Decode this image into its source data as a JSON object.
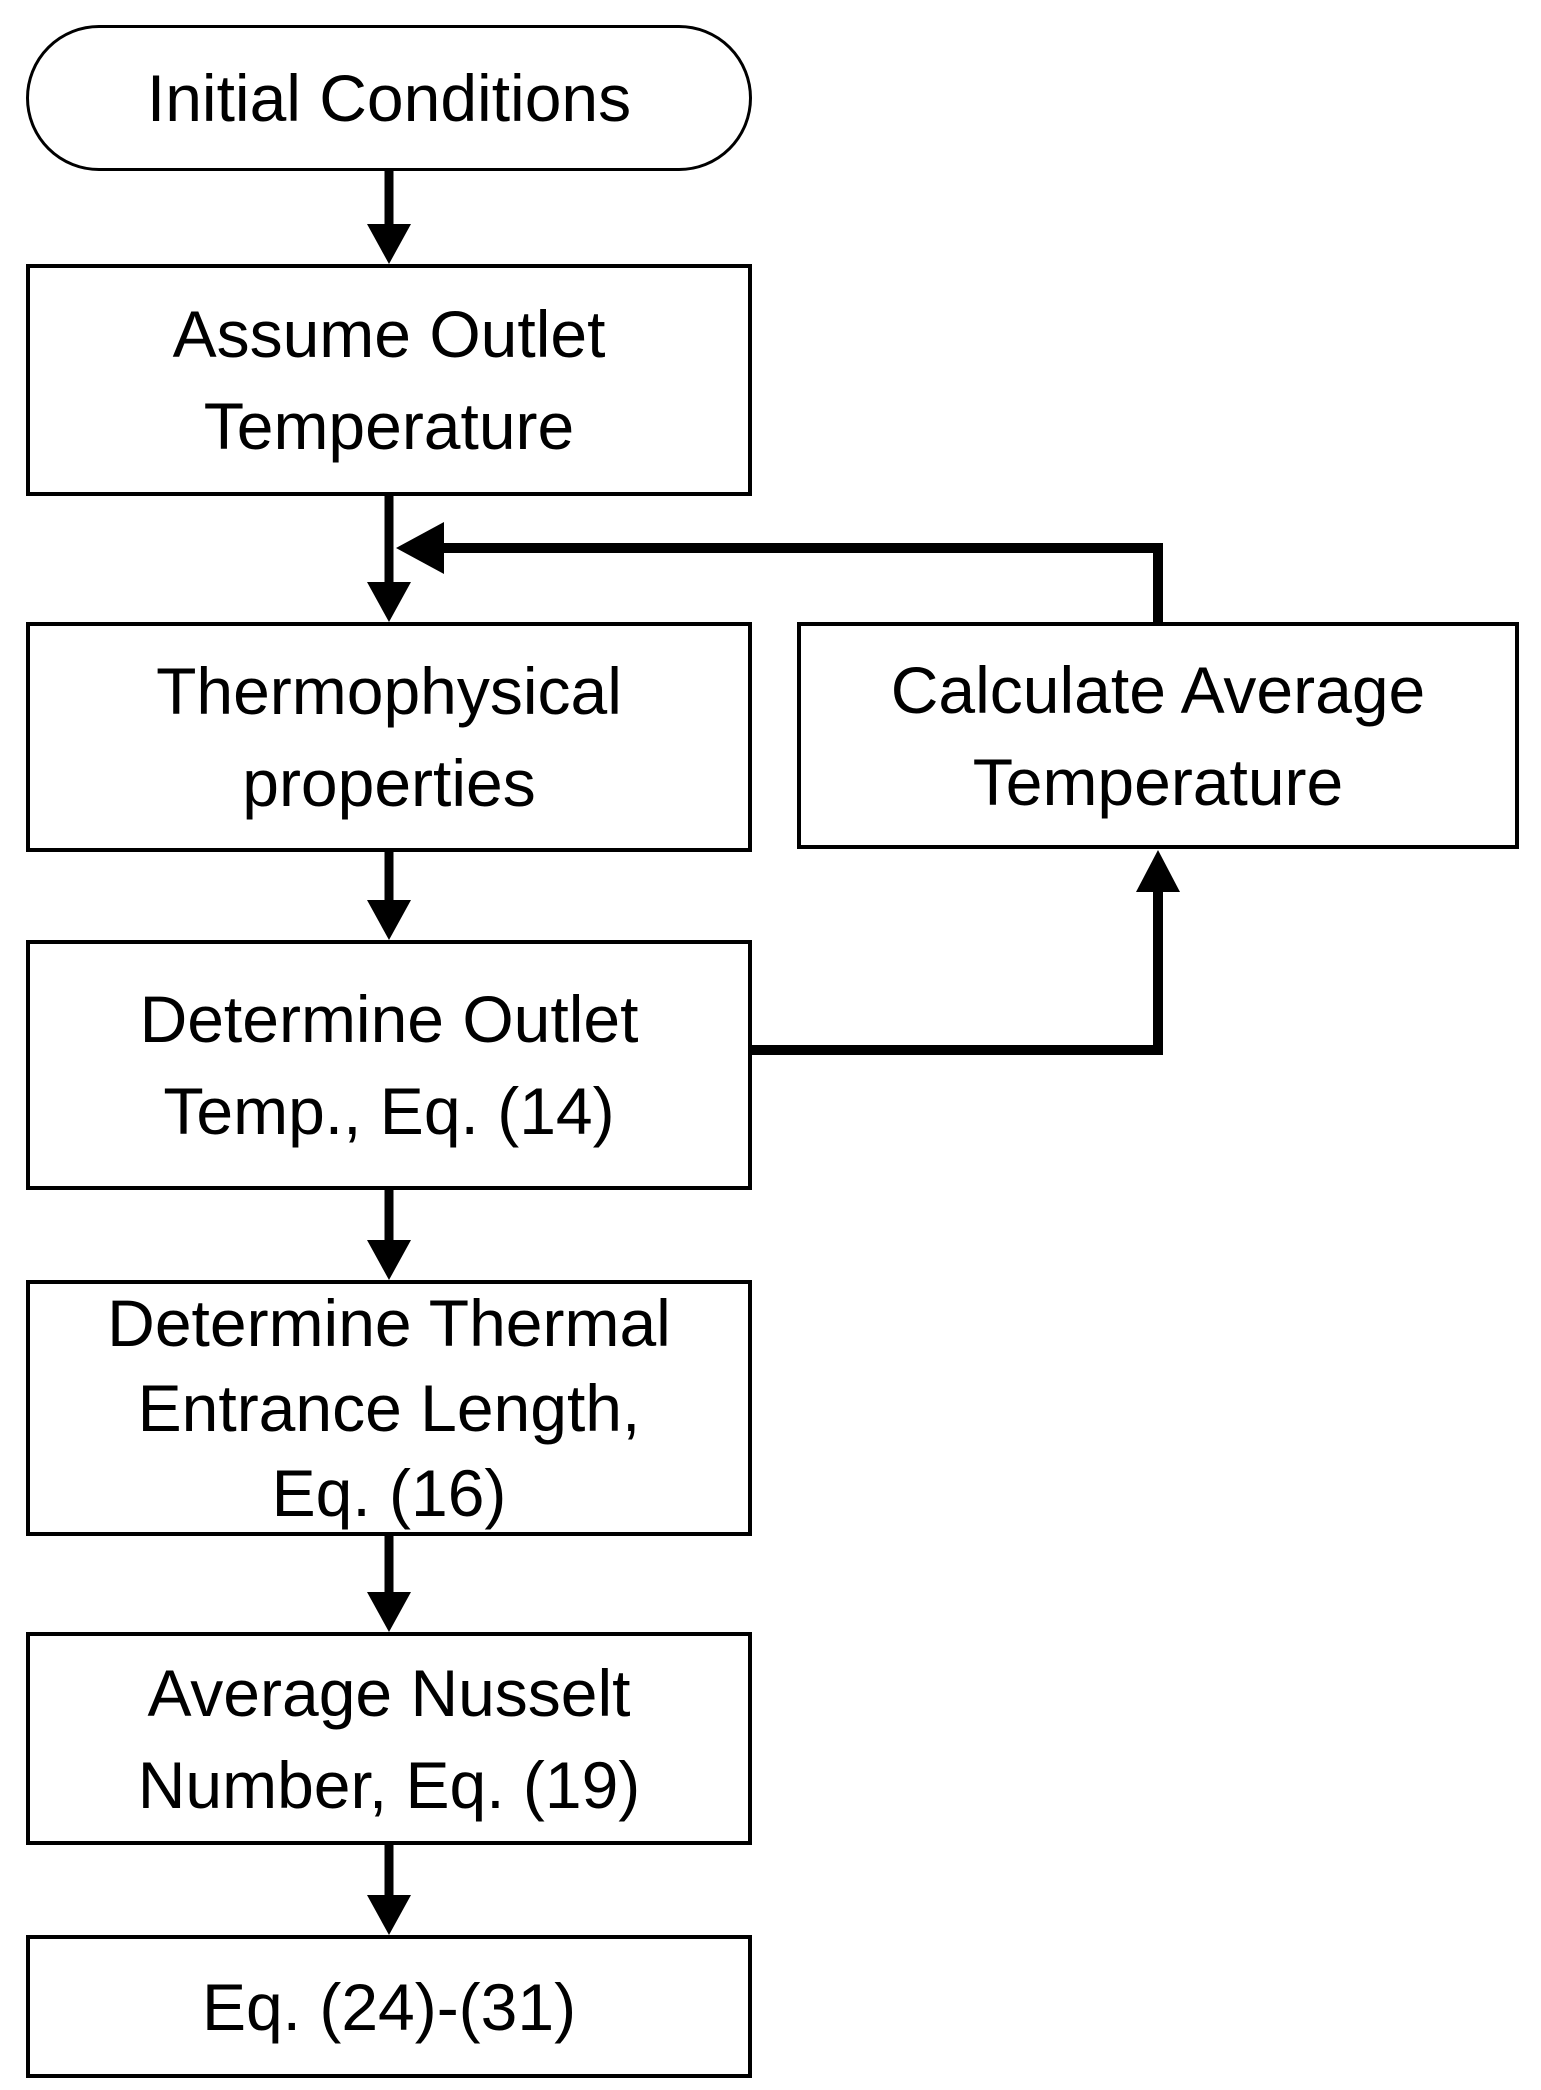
{
  "diagram": {
    "type": "flowchart",
    "colors": {
      "stroke": "#000000",
      "text": "#000000",
      "background": "#ffffff"
    },
    "nodes": {
      "initial_conditions": {
        "shape": "stadium",
        "lines": [
          "Initial Conditions"
        ]
      },
      "assume_outlet": {
        "shape": "rect",
        "lines": [
          "Assume Outlet",
          "Temperature"
        ]
      },
      "thermophysical": {
        "shape": "rect",
        "lines": [
          "Thermophysical",
          "properties"
        ]
      },
      "calculate_average": {
        "shape": "rect",
        "lines": [
          "Calculate Average",
          "Temperature"
        ]
      },
      "determine_outlet": {
        "shape": "rect",
        "lines": [
          "Determine Outlet",
          "Temp., Eq. (14)"
        ]
      },
      "determine_thermal": {
        "shape": "rect",
        "lines": [
          "Determine Thermal",
          "Entrance Length,",
          "Eq. (16)"
        ]
      },
      "average_nusselt": {
        "shape": "rect",
        "lines": [
          "Average Nusselt",
          "Number, Eq. (19)"
        ]
      },
      "equations": {
        "shape": "rect",
        "lines": [
          "Eq. (24)-(31)"
        ]
      }
    },
    "edges": [
      {
        "from": "initial_conditions",
        "to": "assume_outlet",
        "style": "arrow"
      },
      {
        "from": "assume_outlet",
        "to": "thermophysical",
        "style": "arrow"
      },
      {
        "from": "thermophysical",
        "to": "determine_outlet",
        "style": "arrow"
      },
      {
        "from": "determine_outlet",
        "to": "determine_thermal",
        "style": "arrow"
      },
      {
        "from": "determine_thermal",
        "to": "average_nusselt",
        "style": "arrow"
      },
      {
        "from": "average_nusselt",
        "to": "equations",
        "style": "arrow"
      },
      {
        "from": "determine_outlet",
        "to": "calculate_average",
        "style": "thick-elbow-arrow"
      },
      {
        "from": "calculate_average",
        "to": "junction-between-assume-and-thermophysical",
        "style": "thick-elbow-arrow"
      }
    ]
  }
}
